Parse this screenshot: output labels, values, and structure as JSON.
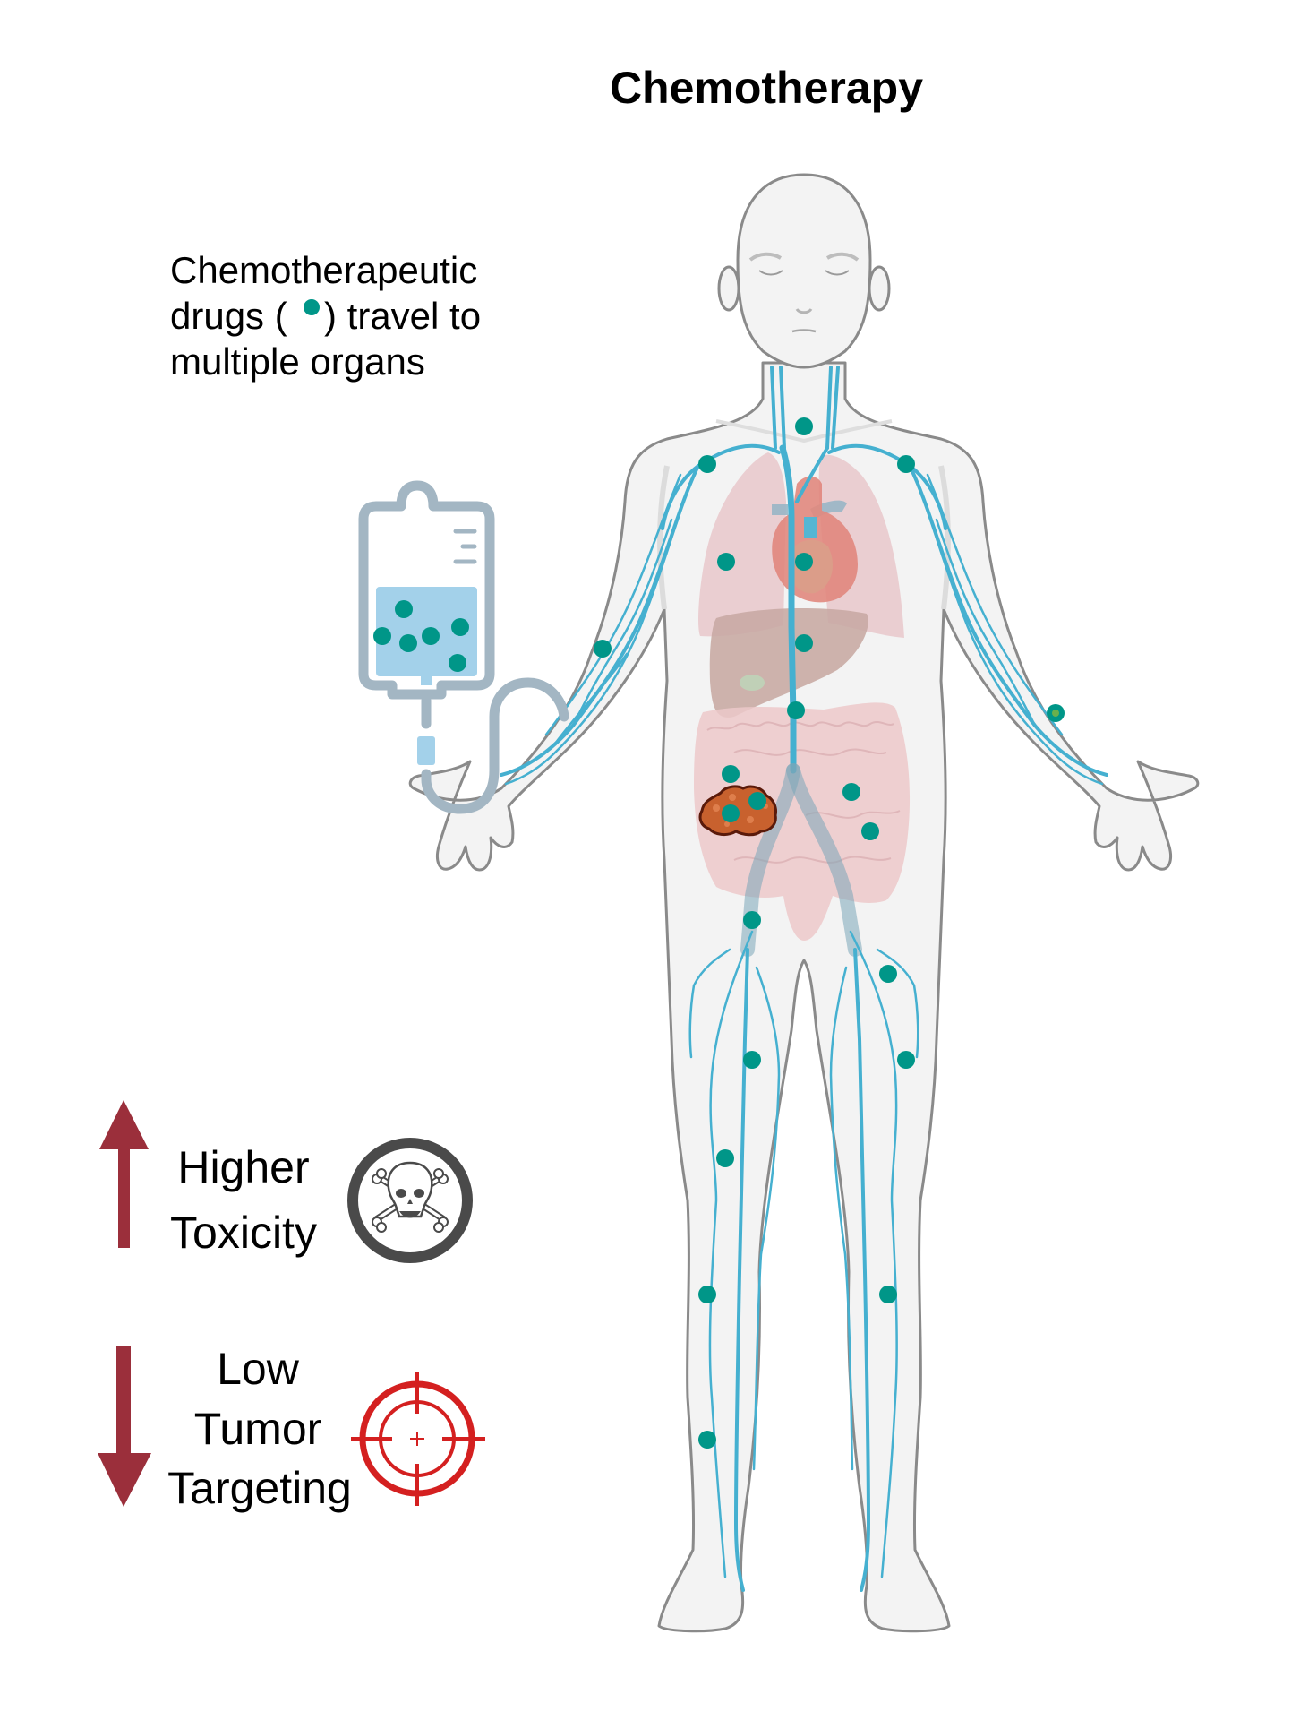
{
  "title": "Chemotherapy",
  "caption": {
    "lines": [
      "Chemotherapeutic",
      "drugs (",
      ")  travel to",
      "multiple organs"
    ],
    "line1": "Chemotherapeutic",
    "line2_before_icon": "drugs (",
    "line2_after_icon": ")  travel to",
    "line3": "multiple organs",
    "inline_icon": "drug-particle-dot"
  },
  "legend": {
    "toxicity": {
      "direction": "up",
      "icon": "skull-crossbones-icon",
      "line1": "Higher",
      "line2": "Toxicity"
    },
    "targeting": {
      "direction": "down",
      "icon": "crosshair-target-icon",
      "line1": "Low",
      "line2": "Tumor",
      "line3": "Targeting"
    }
  },
  "iv_bag": {
    "icon": "iv-bag-icon",
    "drug_particles_count": 6
  },
  "body": {
    "figure": "human-body-anterior",
    "organs": [
      "lungs",
      "heart",
      "liver",
      "gallbladder",
      "intestines",
      "tumor"
    ],
    "drug_particles_in_body_count": 23
  },
  "colors": {
    "drug_particle": "#009688",
    "vein": "#45b0d0",
    "arrow": "#9b2f3b",
    "skull_ring": "#4a4a4a",
    "target": "#d42020",
    "iv_outline": "#a3b6c3",
    "iv_liquid": "#a3d1ea",
    "tumor": "#c8612e",
    "lung": "#e7c3c7",
    "heart": "#e07d72",
    "liver": "#c4a39c",
    "intestine": "#ecc4c6",
    "body_fill": "#f3f3f3",
    "body_outline": "#8a8a8a"
  }
}
